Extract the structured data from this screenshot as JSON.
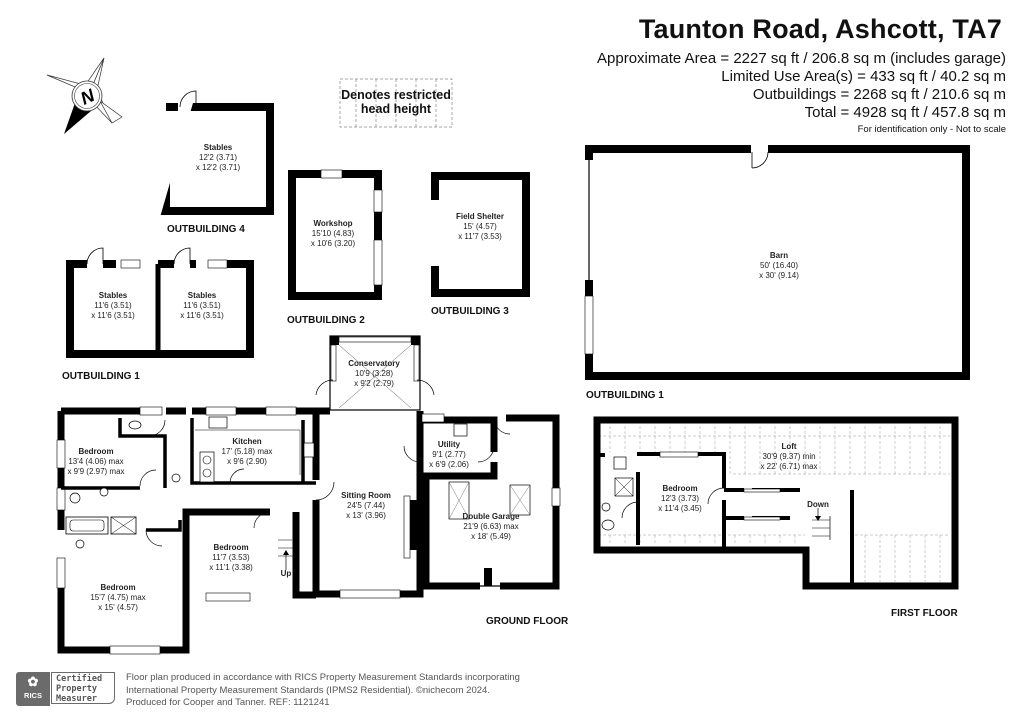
{
  "header": {
    "title": "Taunton Road, Ashcott, TA7",
    "areas": [
      "Approximate Area = 2227 sq ft / 206.8 sq m (includes garage)",
      "Limited Use Area(s) = 433 sq ft / 40.2 sq m",
      "Outbuildings = 2268 sq ft / 210.6 sq m",
      "Total = 4928 sq ft / 457.8 sq m"
    ],
    "disclaimer": "For identification only - Not to scale"
  },
  "legend": {
    "restricted_line1": "Denotes restricted",
    "restricted_line2": "head height"
  },
  "compass": {
    "label": "N"
  },
  "sections": {
    "outbuilding1_stables": "OUTBUILDING 1",
    "outbuilding2": "OUTBUILDING 2",
    "outbuilding3": "OUTBUILDING 3",
    "outbuilding4": "OUTBUILDING 4",
    "outbuilding1_barn": "OUTBUILDING 1",
    "ground_floor": "GROUND FLOOR",
    "first_floor": "FIRST FLOOR"
  },
  "rooms": {
    "stables_ob4": {
      "name": "Stables",
      "dim1": "12'2 (3.71)",
      "dim2": "x 12'2 (3.71)"
    },
    "stables_ob1_a": {
      "name": "Stables",
      "dim1": "11'6 (3.51)",
      "dim2": "x 11'6 (3.51)"
    },
    "stables_ob1_b": {
      "name": "Stables",
      "dim1": "11'6 (3.51)",
      "dim2": "x 11'6 (3.51)"
    },
    "workshop": {
      "name": "Workshop",
      "dim1": "15'10 (4.83)",
      "dim2": "x 10'6 (3.20)"
    },
    "field_shelter": {
      "name": "Field Shelter",
      "dim1": "15' (4.57)",
      "dim2": "x 11'7 (3.53)"
    },
    "barn": {
      "name": "Barn",
      "dim1": "50' (16.40)",
      "dim2": "x 30' (9.14)"
    },
    "conservatory": {
      "name": "Conservatory",
      "dim1": "10'9 (3.28)",
      "dim2": "x 9'2 (2.79)"
    },
    "bedroom_1": {
      "name": "Bedroom",
      "dim1": "13'4 (4.06) max",
      "dim2": "x 9'9 (2.97) max"
    },
    "kitchen": {
      "name": "Kitchen",
      "dim1": "17' (5.18) max",
      "dim2": "x 9'6 (2.90)"
    },
    "utility": {
      "name": "Utility",
      "dim1": "9'1 (2.77)",
      "dim2": "x 6'9 (2.06)"
    },
    "sitting_room": {
      "name": "Sitting Room",
      "dim1": "24'5 (7.44)",
      "dim2": "x 13' (3.96)"
    },
    "double_garage": {
      "name": "Double Garage",
      "dim1": "21'9 (6.63) max",
      "dim2": "x 18' (5.49)"
    },
    "bedroom_2": {
      "name": "Bedroom",
      "dim1": "11'7 (3.53)",
      "dim2": "x 11'1 (3.38)"
    },
    "bedroom_3": {
      "name": "Bedroom",
      "dim1": "15'7 (4.75) max",
      "dim2": "x 15' (4.57)"
    },
    "bedroom_ff": {
      "name": "Bedroom",
      "dim1": "12'3 (3.73)",
      "dim2": "x 11'4 (3.45)"
    },
    "loft": {
      "name": "Loft",
      "dim1": "30'9 (9.37) min",
      "dim2": "x 22' (6.71) max"
    }
  },
  "stairs": {
    "up": "Up",
    "down": "Down"
  },
  "footer": {
    "rics_logo": "RICS",
    "rics_cert": [
      "Certified",
      "Property",
      "Measurer"
    ],
    "line1": "Floor plan produced in accordance with RICS Property Measurement Standards incorporating",
    "line2": "International Property Measurement Standards (IPMS2 Residential).  ©nichecom 2024.",
    "line3": "Produced for Cooper and Tanner.   REF: 1121241"
  }
}
